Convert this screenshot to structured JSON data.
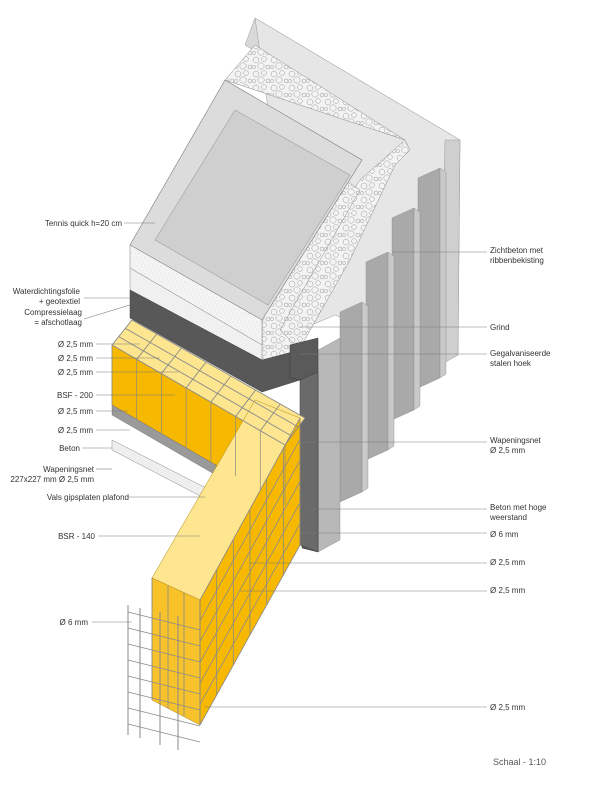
{
  "left_labels": [
    {
      "id": "tennis-quick",
      "lines": [
        "Tennis quick h=20 cm"
      ]
    },
    {
      "id": "waterdichtingsfolie",
      "lines": [
        "Waterdichtingsfolie",
        "+ geotextiel"
      ]
    },
    {
      "id": "compressielaag",
      "lines": [
        "Compressielaag",
        "= afschotlaag"
      ]
    },
    {
      "id": "diam-1",
      "lines": [
        "Ø 2,5 mm"
      ]
    },
    {
      "id": "diam-2",
      "lines": [
        "Ø 2,5 mm"
      ]
    },
    {
      "id": "diam-3",
      "lines": [
        "Ø 2,5 mm"
      ]
    },
    {
      "id": "bsf-200",
      "lines": [
        "BSF - 200"
      ]
    },
    {
      "id": "diam-4",
      "lines": [
        "Ø 2,5 mm"
      ]
    },
    {
      "id": "diam-5",
      "lines": [
        "Ø 2,5 mm"
      ]
    },
    {
      "id": "beton",
      "lines": [
        "Beton"
      ]
    },
    {
      "id": "wapeningsnet-left",
      "lines": [
        "Wapeningsnet",
        "227x227 mm  Ø 2,5 mm"
      ]
    },
    {
      "id": "vals-gipsplaten",
      "lines": [
        "Vals gipsplaten plafond"
      ]
    },
    {
      "id": "bsr-140",
      "lines": [
        "BSR - 140"
      ]
    },
    {
      "id": "diam-6mm-left",
      "lines": [
        "Ø 6 mm"
      ]
    }
  ],
  "right_labels": [
    {
      "id": "zichtbeton",
      "lines": [
        "Zichtbeton met",
        "ribbenbekisting"
      ]
    },
    {
      "id": "grind",
      "lines": [
        "Grind"
      ]
    },
    {
      "id": "gegalvaniseerde",
      "lines": [
        "Gegalvaniseerde",
        "stalen hoek"
      ]
    },
    {
      "id": "wapeningsnet-right",
      "lines": [
        "Wapeningsnet",
        "Ø 2,5 mm"
      ]
    },
    {
      "id": "beton-hoge",
      "lines": [
        "Beton met hoge",
        "weerstand"
      ]
    },
    {
      "id": "diam-6mm-right",
      "lines": [
        "Ø 6 mm"
      ]
    },
    {
      "id": "diam-r1",
      "lines": [
        "Ø 2,5 mm"
      ]
    },
    {
      "id": "diam-r2",
      "lines": [
        "Ø 2,5 mm"
      ]
    },
    {
      "id": "diam-r3",
      "lines": [
        "Ø 2,5 mm"
      ]
    }
  ],
  "scale_text": "Schaal - 1:10",
  "colors": {
    "concrete_light": "#e6e6e6",
    "concrete_top": "#d9d9d9",
    "concrete_mid": "#c4c4c4",
    "concrete_dark": "#a8a8a8",
    "membrane": "#585858",
    "insulation_front": "#f6b800",
    "insulation_top": "#fde68f",
    "insulation_side": "#e0a500",
    "rebar": "#8a8a8a"
  }
}
